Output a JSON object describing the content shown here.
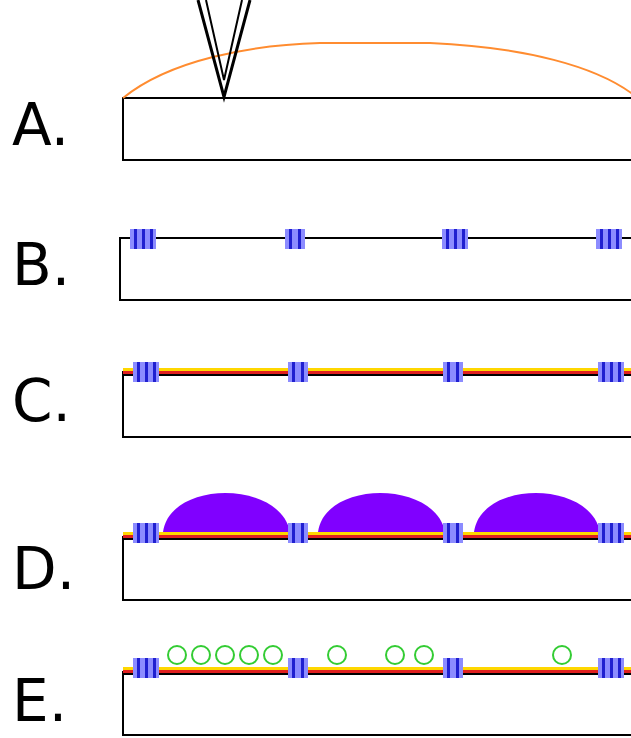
{
  "diagram": {
    "labels": [
      "A.",
      "B.",
      "C.",
      "D.",
      "E."
    ]
  }
}
